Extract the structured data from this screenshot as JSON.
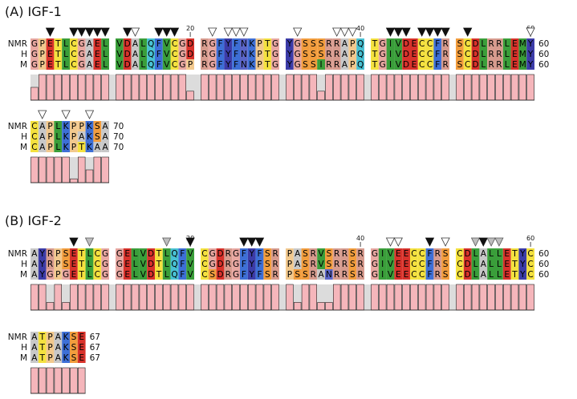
{
  "residue_colors": {
    "G": "#e8a7a1",
    "P": "#f2c98e",
    "E": "#d8322b",
    "D": "#d8322b",
    "T": "#f4e13f",
    "S": "#f29d3d",
    "C": "#f4e13f",
    "A": "#c8c8c8",
    "L": "#3a9e3a",
    "V": "#3a9e3a",
    "I": "#3a9e3a",
    "M": "#3a9e3a",
    "Q": "#48c1d3",
    "N": "#5b65c8",
    "F": "#3d6fd6",
    "Y": "#3c3ca8",
    "R": "#d79b8e",
    "K": "#3d6fd6",
    "H": "#48c1d3",
    "W": "#3d6fd6"
  },
  "bar_fill": "#f5b6bb",
  "gap_fill": "#dcdcdc",
  "panels": [
    {
      "title": "(A) IGF-1",
      "rows": [
        {
          "residue_start": 1,
          "row_labels": [
            "NMR",
            "H",
            "M"
          ],
          "sequences": [
            "GPETLCGAELVDALQFVCGDRGFYFNKPTGYGSSSRRAPQTGIVDECCFRSCDLRRLEMY",
            "GPETLCGAELVDALQFVCGDRGFYFNKPTGYGSSSRRAPQTGIVDECCFRSCDLRRLEMY",
            "GPETLCGAELVDALQFVCGPRGFYFNKPTGYGSSIRRAPQTGIVDECCFRSCDLRRLEMY"
          ],
          "end_labels": [
            "60",
            "60",
            "60"
          ],
          "position_ticks": [
            {
              "pos": 20,
              "label": "20"
            },
            {
              "pos": 40,
              "label": "40"
            },
            {
              "pos": 60,
              "label": "60"
            }
          ],
          "conservation": [
            0.5,
            1,
            1,
            1,
            1,
            1,
            1,
            1,
            1,
            1,
            1,
            1,
            1,
            1,
            1,
            1,
            1,
            1,
            1,
            0.35,
            1,
            1,
            1,
            1,
            1,
            1,
            1,
            1,
            1,
            1,
            1,
            1,
            1,
            1,
            0.35,
            1,
            1,
            1,
            1,
            1,
            1,
            1,
            1,
            1,
            1,
            1,
            1,
            1,
            1,
            1,
            1,
            1,
            1,
            1,
            1,
            1,
            1,
            1,
            1,
            1
          ],
          "markers": [
            {
              "pos": 3,
              "type": "filled"
            },
            {
              "pos": 6,
              "type": "filled"
            },
            {
              "pos": 7,
              "type": "filled"
            },
            {
              "pos": 8,
              "type": "filled"
            },
            {
              "pos": 9,
              "type": "filled"
            },
            {
              "pos": 10,
              "type": "filled"
            },
            {
              "pos": 12,
              "type": "filled"
            },
            {
              "pos": 13,
              "type": "open"
            },
            {
              "pos": 16,
              "type": "filled"
            },
            {
              "pos": 17,
              "type": "filled"
            },
            {
              "pos": 18,
              "type": "filled"
            },
            {
              "pos": 22,
              "type": "open"
            },
            {
              "pos": 24,
              "type": "open"
            },
            {
              "pos": 25,
              "type": "open"
            },
            {
              "pos": 26,
              "type": "open"
            },
            {
              "pos": 32,
              "type": "open"
            },
            {
              "pos": 37,
              "type": "open"
            },
            {
              "pos": 38,
              "type": "open"
            },
            {
              "pos": 39,
              "type": "open"
            },
            {
              "pos": 43,
              "type": "filled"
            },
            {
              "pos": 44,
              "type": "filled"
            },
            {
              "pos": 45,
              "type": "filled"
            },
            {
              "pos": 47,
              "type": "filled"
            },
            {
              "pos": 48,
              "type": "filled"
            },
            {
              "pos": 49,
              "type": "filled"
            },
            {
              "pos": 50,
              "type": "filled"
            },
            {
              "pos": 52,
              "type": "filled"
            },
            {
              "pos": 60,
              "type": "open"
            }
          ]
        },
        {
          "residue_start": 61,
          "row_labels": [
            "NMR",
            "H",
            "M"
          ],
          "sequences": [
            "CAPLKPPKSA",
            "CAPLKPAKSA",
            "CAPLKPTKAA"
          ],
          "end_labels": [
            "70",
            "70",
            "70"
          ],
          "position_ticks": [],
          "conservation": [
            1,
            1,
            1,
            1,
            1,
            0.15,
            1,
            0.5,
            1,
            1
          ],
          "markers": [
            {
              "pos": 62,
              "type": "open"
            },
            {
              "pos": 65,
              "type": "open"
            },
            {
              "pos": 68,
              "type": "open"
            }
          ]
        }
      ]
    },
    {
      "title": "(B) IGF-2",
      "rows": [
        {
          "residue_start": 1,
          "row_labels": [
            "NMR",
            "H",
            "M"
          ],
          "sequences": [
            "AYRPSETLCGGELVDTLQFVCGDRGFYFSRPASRVSRRSRGIVEECCFRSCDLALLETYC",
            "AYRPSETLCGGELVDTLQFVCGDRGFYFSRPASRVSRRSRGIVEECCFRSCDLALLETYC",
            "AYGPGETLCGGELVDTLQFVCSDRGFYFSRPSSRANRRSRGIVEECCFRSCDLALLETYC"
          ],
          "end_labels": [
            "60",
            "60",
            "60"
          ],
          "position_ticks": [
            {
              "pos": 20,
              "label": "20"
            },
            {
              "pos": 40,
              "label": "40"
            },
            {
              "pos": 60,
              "label": "60"
            }
          ],
          "conservation": [
            1,
            1,
            0.3,
            1,
            0.3,
            1,
            1,
            1,
            1,
            1,
            1,
            1,
            1,
            1,
            1,
            1,
            1,
            1,
            1,
            1,
            1,
            1,
            1,
            1,
            1,
            1,
            1,
            1,
            1,
            1,
            1,
            0.3,
            1,
            1,
            0.3,
            0.3,
            1,
            1,
            1,
            1,
            1,
            1,
            1,
            1,
            1,
            1,
            1,
            1,
            1,
            1,
            1,
            1,
            1,
            1,
            1,
            1,
            1,
            1,
            1,
            1
          ],
          "markers": [
            {
              "pos": 6,
              "type": "filled"
            },
            {
              "pos": 8,
              "type": "gray"
            },
            {
              "pos": 17,
              "type": "gray"
            },
            {
              "pos": 20,
              "type": "filled"
            },
            {
              "pos": 26,
              "type": "filled"
            },
            {
              "pos": 27,
              "type": "filled"
            },
            {
              "pos": 28,
              "type": "filled"
            },
            {
              "pos": 43,
              "type": "open"
            },
            {
              "pos": 44,
              "type": "open"
            },
            {
              "pos": 48,
              "type": "filled"
            },
            {
              "pos": 50,
              "type": "open"
            },
            {
              "pos": 53,
              "type": "gray"
            },
            {
              "pos": 54,
              "type": "filled"
            },
            {
              "pos": 55,
              "type": "gray"
            },
            {
              "pos": 56,
              "type": "gray"
            }
          ]
        },
        {
          "residue_start": 61,
          "row_labels": [
            "NMR",
            "H",
            "M"
          ],
          "sequences": [
            "ATPAKSE",
            "ATPAKSE",
            "ATPAKSE"
          ],
          "end_labels": [
            "67",
            "67",
            "67"
          ],
          "position_ticks": [],
          "conservation": [
            1,
            1,
            1,
            1,
            1,
            1,
            1
          ],
          "markers": []
        }
      ]
    }
  ]
}
